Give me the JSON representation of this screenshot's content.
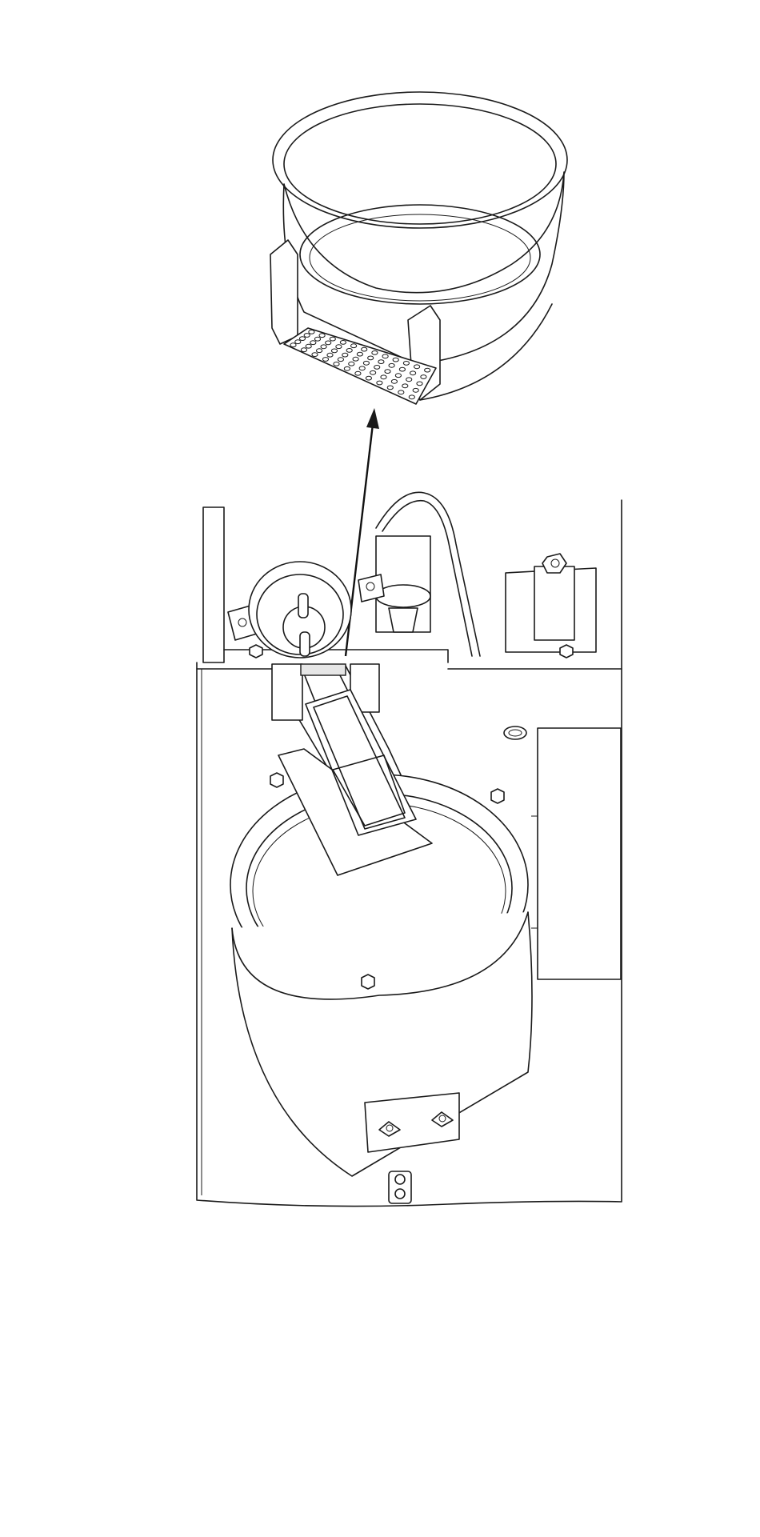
{
  "figure": {
    "kind": "technical line drawing",
    "colors": {
      "line": "#1a1a1a",
      "background": "#ffffff"
    },
    "parts": {
      "detail": "removable-basket",
      "assembly": "fryer-unit",
      "callout": "arrow-to-basket"
    }
  }
}
